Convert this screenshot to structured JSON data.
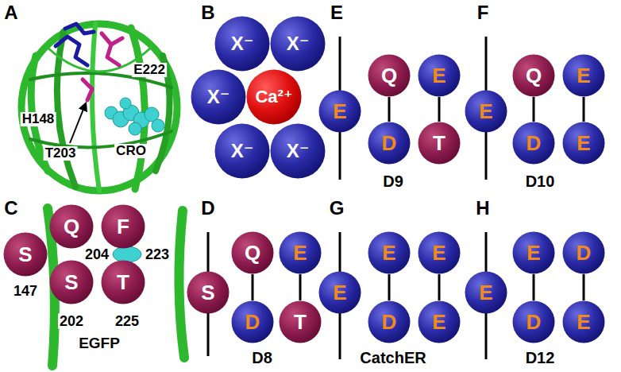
{
  "diagram": {
    "nodes": [
      {
        "text": [
          "X⁻"
        ]
      },
      {
        "text": [
          "X⁻"
        ]
      },
      {
        "text": [
          "X⁻"
        ]
      },
      {
        "text": [
          "Ca²⁺"
        ]
      },
      {
        "text": [
          "X⁻"
        ]
      },
      {
        "text": [
          "X⁻"
        ]
      },
      {
        "text": [
          "S"
        ]
      },
      {
        "text": [
          "Q"
        ]
      },
      {
        "text": [
          "F"
        ]
      },
      {
        "text": [
          "S"
        ]
      },
      {
        "text": [
          "T"
        ]
      },
      {
        "text": [
          "S"
        ]
      },
      {
        "text": [
          "Q"
        ]
      },
      {
        "text": [
          "E"
        ]
      },
      {
        "text": [
          "D"
        ]
      },
      {
        "text": [
          "T"
        ]
      },
      {
        "text": [
          "E"
        ]
      },
      {
        "text": [
          "Q"
        ]
      },
      {
        "text": [
          "E"
        ]
      },
      {
        "text": [
          "D"
        ]
      },
      {
        "text": [
          "T"
        ]
      },
      {
        "text": [
          "E"
        ]
      },
      {
        "text": [
          "Q"
        ]
      },
      {
        "text": [
          "E"
        ]
      },
      {
        "text": [
          "D"
        ]
      },
      {
        "text": [
          "E"
        ]
      },
      {
        "text": [
          "E"
        ]
      },
      {
        "text": [
          "E"
        ]
      },
      {
        "text": [
          "E"
        ]
      },
      {
        "text": [
          "D"
        ]
      },
      {
        "text": [
          "E"
        ]
      },
      {
        "text": [
          "E"
        ]
      },
      {
        "text": [
          "E"
        ]
      },
      {
        "text": [
          "D"
        ]
      },
      {
        "text": [
          "D"
        ]
      },
      {
        "text": [
          "E"
        ]
      }
    ],
    "edges": [
      {
        "from": 12,
        "to": 14,
        "arrow": "none"
      },
      {
        "from": 13,
        "to": 15,
        "arrow": "none"
      },
      {
        "from": 17,
        "to": 19,
        "arrow": "none"
      },
      {
        "from": 18,
        "to": 20,
        "arrow": "none"
      },
      {
        "from": 22,
        "to": 24,
        "arrow": "none"
      },
      {
        "from": 23,
        "to": 25,
        "arrow": "none"
      },
      {
        "from": 27,
        "to": 29,
        "arrow": "none"
      },
      {
        "from": 28,
        "to": 30,
        "arrow": "none"
      },
      {
        "from": 32,
        "to": 34,
        "arrow": "none"
      },
      {
        "from": 33,
        "to": 35,
        "arrow": "none"
      }
    ],
    "labels": [
      "A",
      "H148",
      "T203",
      "CRO",
      "E222",
      "B",
      "C",
      "147",
      "204",
      "223",
      "202",
      "225",
      "EGFP",
      "D",
      "D8",
      "E",
      "D9",
      "F",
      "D10",
      "G",
      "CatchER",
      "H",
      "D12"
    ]
  }
}
